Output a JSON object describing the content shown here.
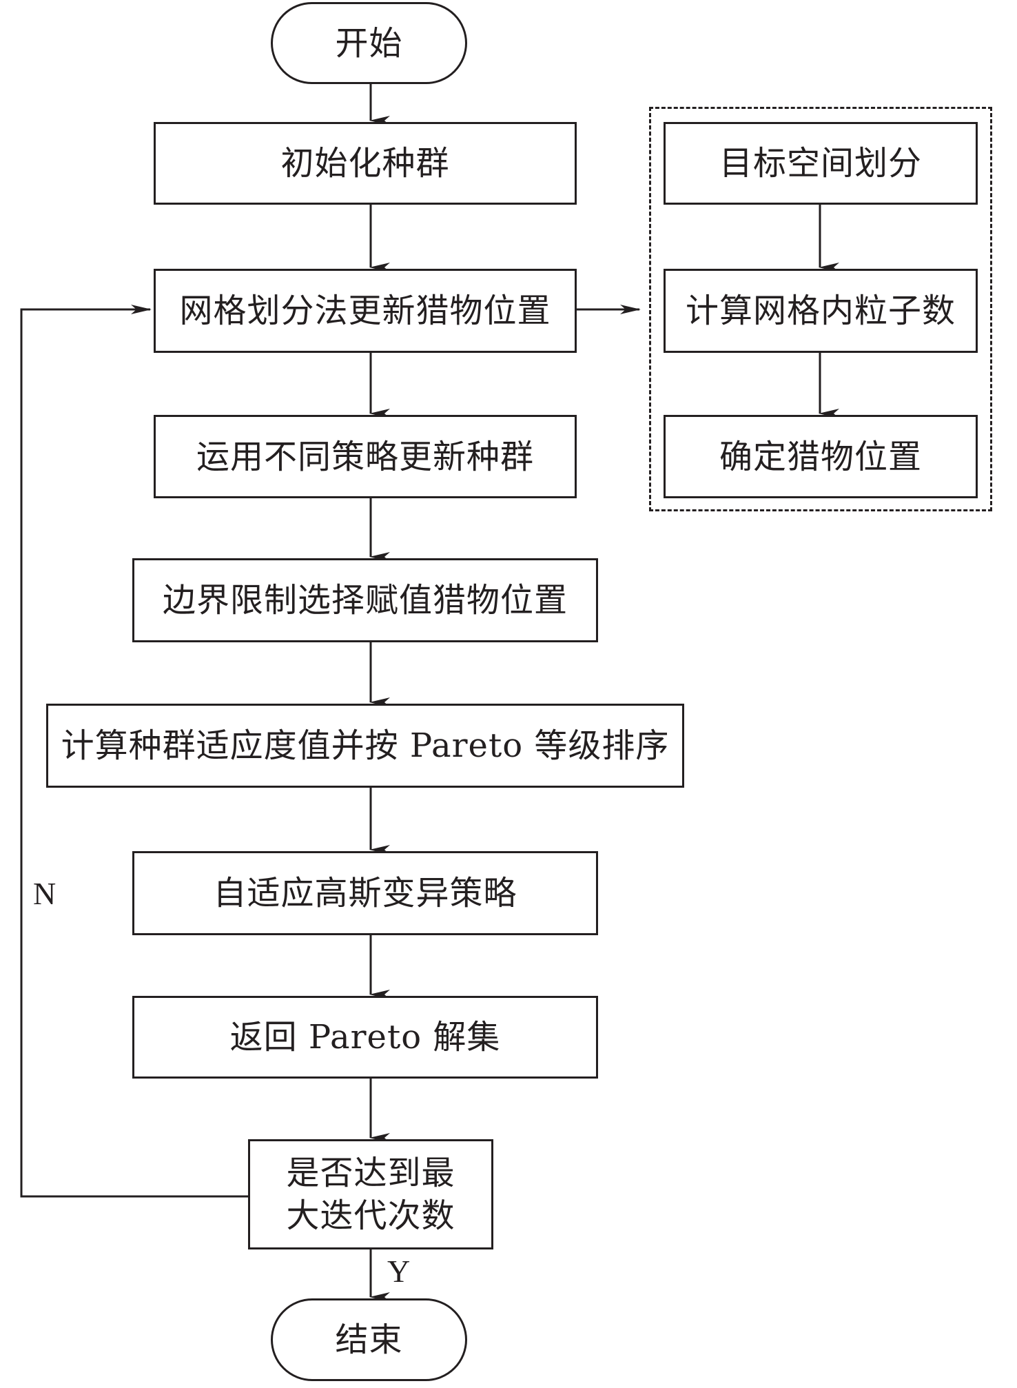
{
  "flowchart": {
    "start": "开始",
    "end": "结束",
    "main_steps": [
      "初始化种群",
      "网格划分法更新猎物位置",
      "运用不同策略更新种群",
      "边界限制选择赋值猎物位置",
      "计算种群适应度值并按 Pareto 等级排序",
      "自适应高斯变异策略",
      "返回 Pareto 解集"
    ],
    "decision": {
      "line1": "是否达到最",
      "line2": "大迭代次数",
      "yes_label": "Y",
      "no_label": "N"
    },
    "sub_process": [
      "目标空间划分",
      "计算网格内粒子数",
      "确定猎物位置"
    ]
  }
}
